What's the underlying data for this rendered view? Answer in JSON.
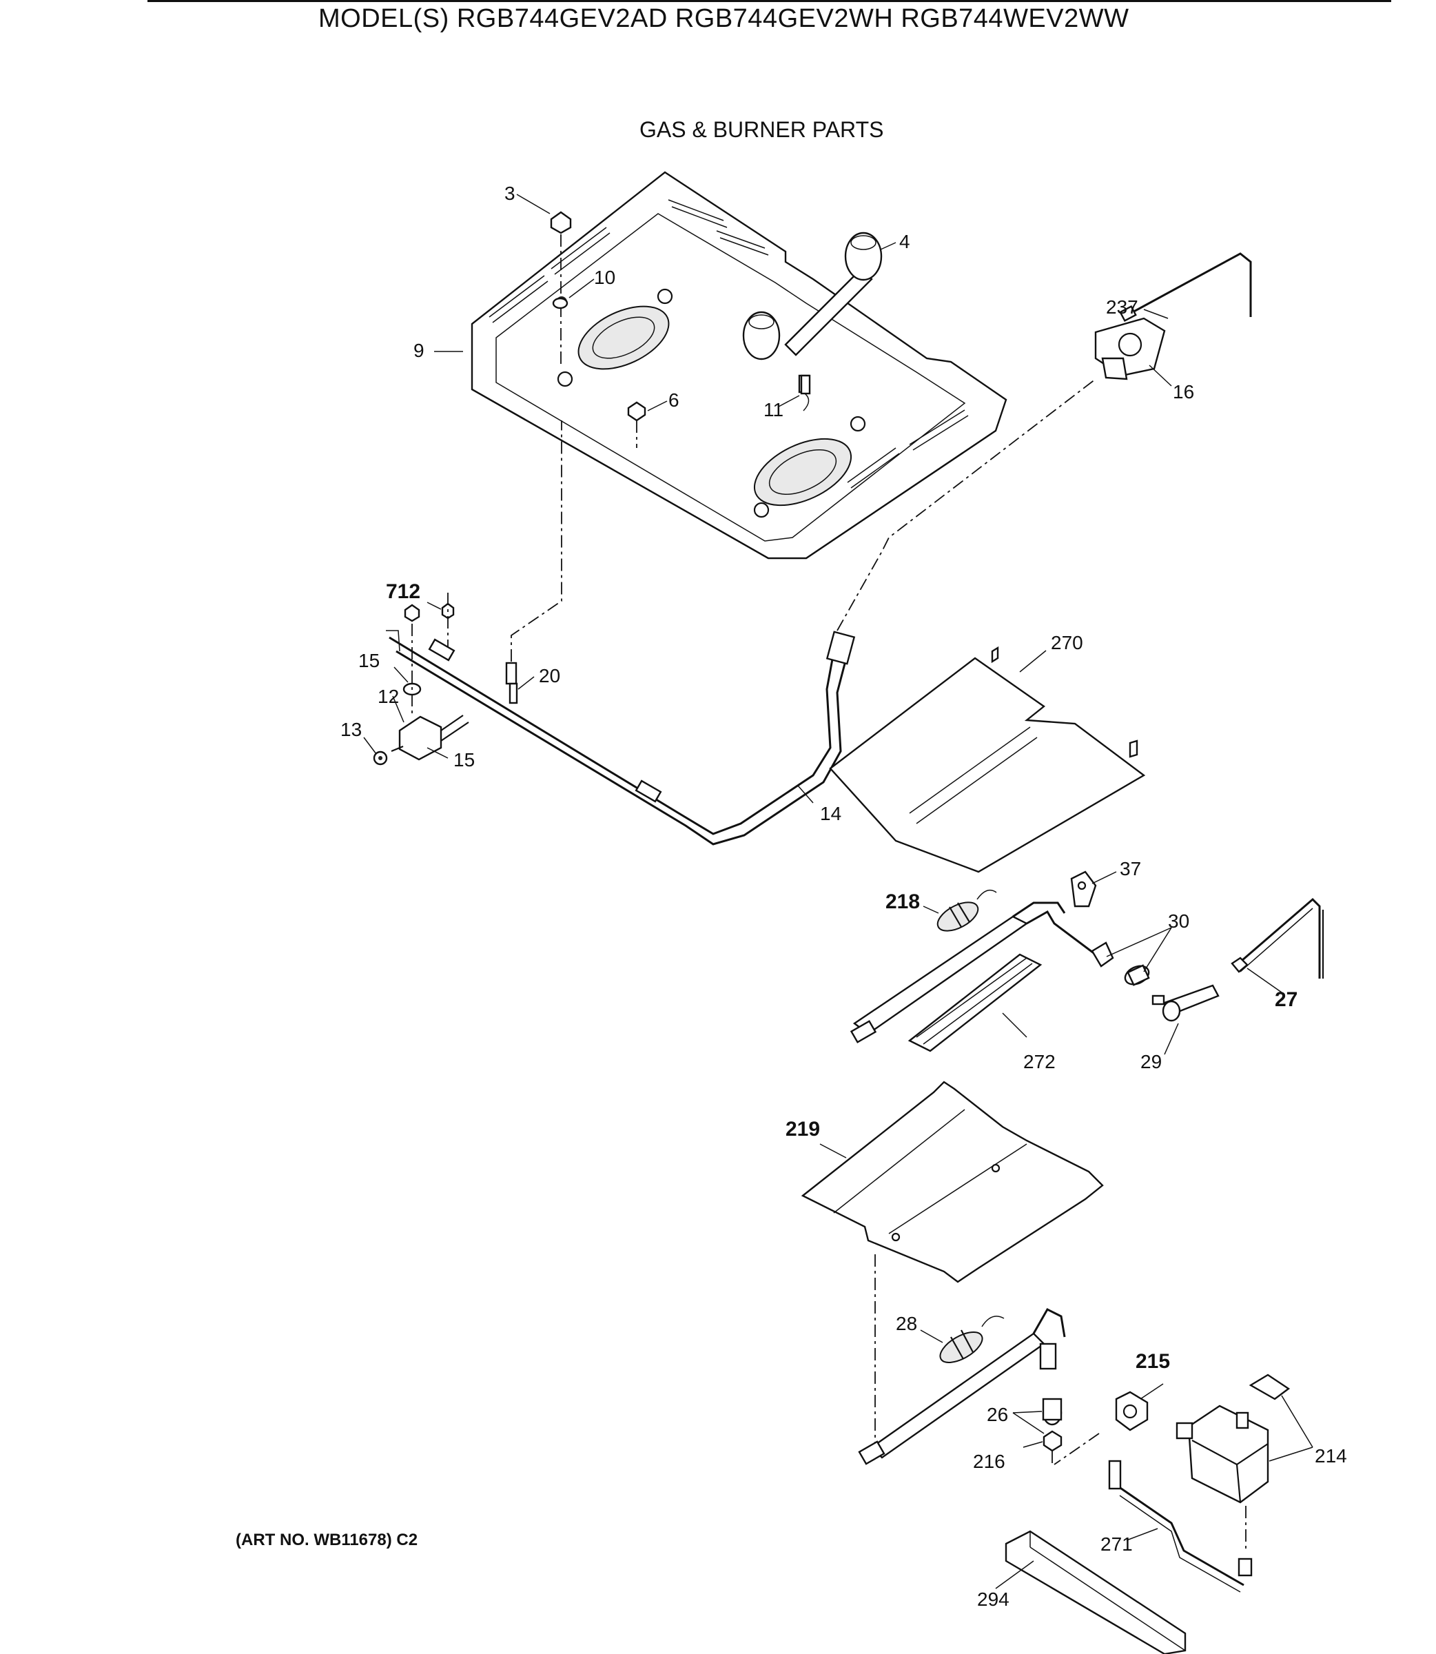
{
  "header": {
    "models": "MODEL(S) RGB744GEV2AD  RGB744GEV2WH  RGB744WEV2WW",
    "section_title": "GAS & BURNER PARTS"
  },
  "footer": {
    "art_number": "(ART NO. WB11678) C2"
  },
  "callouts": {
    "c3": "3",
    "c4": "4",
    "c10": "10",
    "c9": "9",
    "c6": "6",
    "c11": "11",
    "c237": "237",
    "c16": "16",
    "c712": "712",
    "c15a": "15",
    "c12": "12",
    "c13": "13",
    "c15b": "15",
    "c20": "20",
    "c14": "14",
    "c270": "270",
    "c37": "37",
    "c218": "218",
    "c30": "30",
    "c27": "27",
    "c272": "272",
    "c29": "29",
    "c219": "219",
    "c28": "28",
    "c215": "215",
    "c26": "26",
    "c216": "216",
    "c214": "214",
    "c271": "271",
    "c294": "294"
  }
}
